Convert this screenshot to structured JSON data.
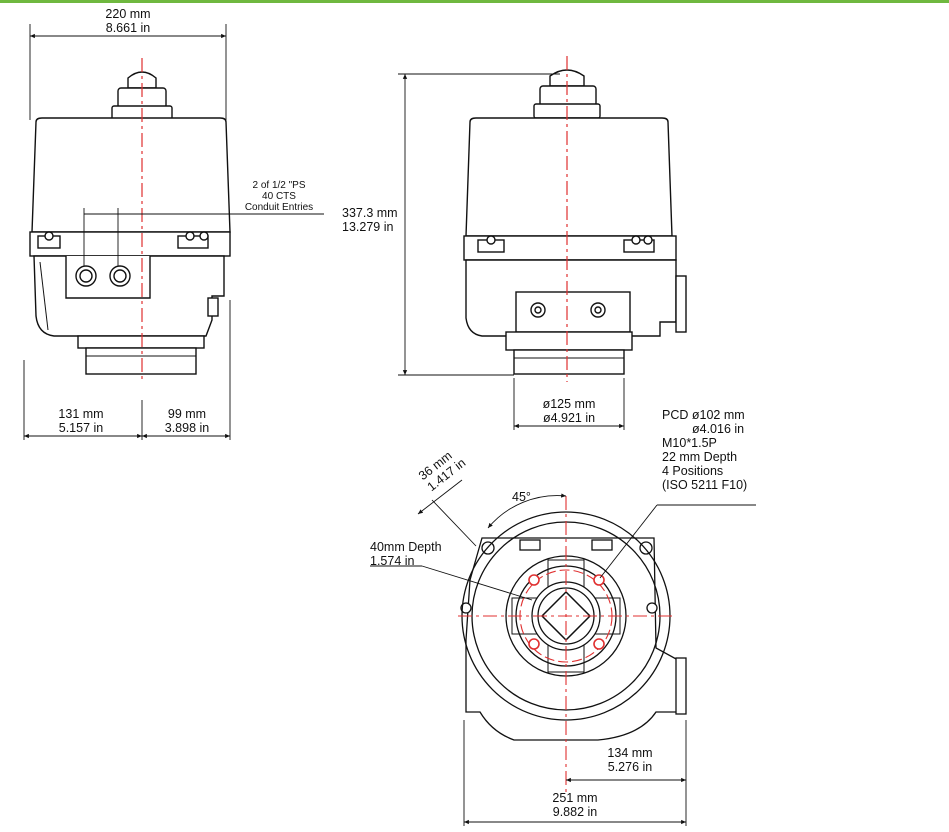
{
  "colors": {
    "accent_bar": "#6fb83f",
    "center_line": "#e03030",
    "outline": "#111111",
    "body_fill": "#ffffff"
  },
  "front_view": {
    "width": {
      "mm": "220 mm",
      "in": "8.661 in"
    },
    "left_offset": {
      "mm": "131 mm",
      "in": "5.157 in"
    },
    "right_offset": {
      "mm": "99 mm",
      "in": "3.898 in"
    },
    "conduit_note": [
      "2 of 1/2 \"PS",
      "40 CTS",
      "Conduit Entries"
    ]
  },
  "side_view": {
    "height": {
      "mm": "337.3 mm",
      "in": "13.279 in"
    },
    "base_diameter": {
      "mm": "ø125 mm",
      "in": "ø4.921 in"
    }
  },
  "bottom_view": {
    "pcd": [
      "PCD ø102 mm",
      "ø4.016 in",
      "M10*1.5P",
      "22 mm Depth",
      "4 Positions",
      "(ISO 5211 F10)"
    ],
    "depth": {
      "mm": "40mm Depth",
      "in": "1.574 in"
    },
    "angle_offset": {
      "mm": "36 mm",
      "in": "1.417 in"
    },
    "angle": "45°",
    "half_width": {
      "mm": "134 mm",
      "in": "5.276 in"
    },
    "full_width": {
      "mm": "251 mm",
      "in": "9.882 in"
    }
  }
}
